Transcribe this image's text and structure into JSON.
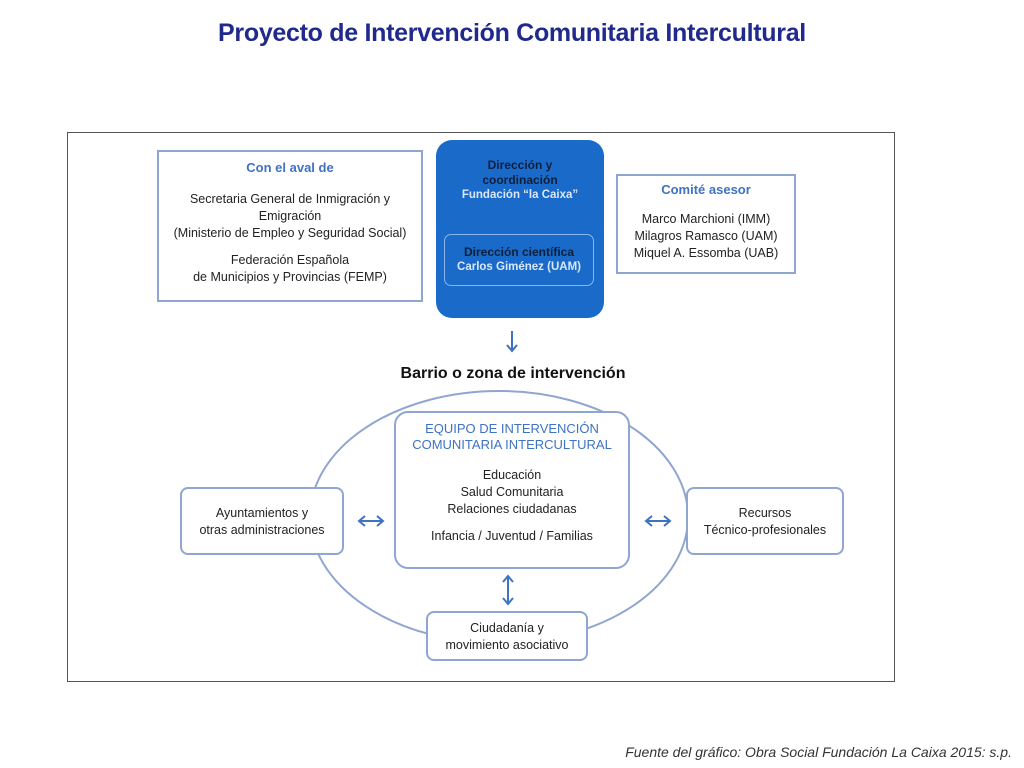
{
  "title": "Proyecto de Intervención Comunitaria Intercultural",
  "aval": {
    "heading": "Con el aval de",
    "lines": [
      "Secretaria General de Inmigración y",
      "Emigración",
      "(Ministerio de Empleo y Seguridad Social)",
      "Federación Española",
      "de Municipios y Provincias (FEMP)"
    ]
  },
  "direccion": {
    "heading_line1": "Dirección y",
    "heading_line2": "coordinación",
    "sub": "Fundación “la Caixa”",
    "cientifica_heading": "Dirección científica",
    "cientifica_name": "Carlos Giménez (UAM)"
  },
  "comite": {
    "heading": "Comité asesor",
    "members": [
      "Marco Marchioni (IMM)",
      "Milagros Ramasco (UAM)",
      "Miquel A. Essomba (UAB)"
    ]
  },
  "barrio": "Barrio o zona de intervención",
  "equipo": {
    "heading_line1": "EQUIPO DE INTERVENCIÓN",
    "heading_line2": "COMUNITARIA INTERCULTURAL",
    "areas": [
      "Educación",
      "Salud Comunitaria",
      "Relaciones ciudadanas"
    ],
    "groups": "Infancia / Juventud /  Familias"
  },
  "ayuntamientos": {
    "line1": "Ayuntamientos y",
    "line2": "otras administraciones"
  },
  "recursos": {
    "line1": "Recursos",
    "line2": "Técnico-profesionales"
  },
  "ciudadania": {
    "line1": "Ciudadanía y",
    "line2": "movimiento asociativo"
  },
  "source": "Fuente del gráfico: Obra Social Fundación La Caixa 2015: s.p.",
  "colors": {
    "title": "#1f2a8c",
    "accent_blue": "#1a6bc9",
    "heading_blue": "#3f72c2",
    "box_border": "#8fa6d0"
  }
}
